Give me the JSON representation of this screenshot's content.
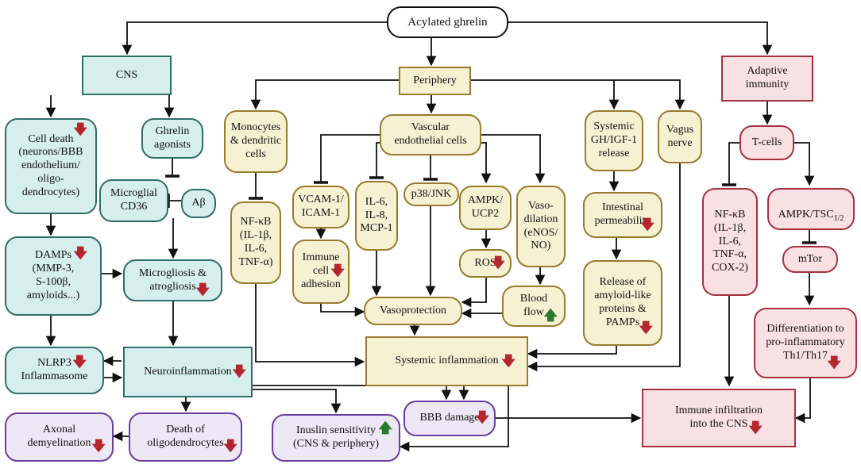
{
  "colors": {
    "teal": "#2f6e66",
    "tan": "#9a7a2c",
    "pink": "#a5313f",
    "purple": "#6a3ea0",
    "down": "#b3262e",
    "up": "#2a7a2a"
  },
  "nodes": {
    "root": "Acylated ghrelin",
    "cns": "CNS",
    "periphery": "Periphery",
    "adaptive": "Adaptive\nimmunity",
    "cell_death": "Cell death\n(neurons/BBB\nendothelium/\noligo-\ndendrocytes)",
    "ghrelin_agonists": "Ghrelin\nagonists",
    "cd36": "Microglial\nCD36",
    "abeta": "Aβ",
    "damps": "DAMPs\n(MMP-3,\nS-100β,\namyloids...)",
    "microgliosis": "Microgliosis &\natrogliosis",
    "nlrp3": "NLRP3\nInflammasome",
    "neuroinflammation": "Neuroinflammation",
    "axonal": "Axonal\ndemyelination",
    "oligo_death": "Death of\noligodendrocytes",
    "insulin": "Inuslin sensitivity\n(CNS & periphery)",
    "bbb": "BBB damage",
    "monocytes": "Monocytes\n& dendritic\ncells",
    "nfkb_left": "NF-κB\n(IL-1β,\nIL-6,\nTNF-α)",
    "vascular": "Vascular\nendothelial cells",
    "vcam": "VCAM-1/\nICAM-1",
    "immune_adhesion": "Immune\ncell\nadhesion",
    "il6": "IL-6,\nIL-8,\nMCP-1",
    "p38": "p38/JNK",
    "ampk_ucp2": "AMPK/\nUCP2",
    "ros": "ROS",
    "vasodilation": "Vaso-\ndilation\n(eNOS/\nNO)",
    "blood_flow": "Blood\nflow",
    "vasoprotection": "Vasoprotection",
    "systemic_gh": "Systemic\nGH/IGF-1\nrelease",
    "vagus": "Vagus\nnerve",
    "intestinal": "Intestinal\npermeability",
    "release_amyloid": "Release of\namyloid-like\nproteins &\nPAMPs",
    "systemic_inflammation": "Systemic inflammation",
    "tcells": "T-cells",
    "nfkb_right": "NF-κB\n(IL-1β,\nIL-6,\nTNF-α,\nCOX-2)",
    "ampk_tsc_main": "AMPK/TSC",
    "ampk_tsc_sub": "1/2",
    "mtor": "mTor",
    "differentiation": "Differentiation to\npro-inflammatory\nTh1/Th17",
    "immune_infiltration": "Immune infiltration\ninto the CNS"
  },
  "arrow_glyphs": {
    "down": "🡇",
    "up": "🡅"
  }
}
